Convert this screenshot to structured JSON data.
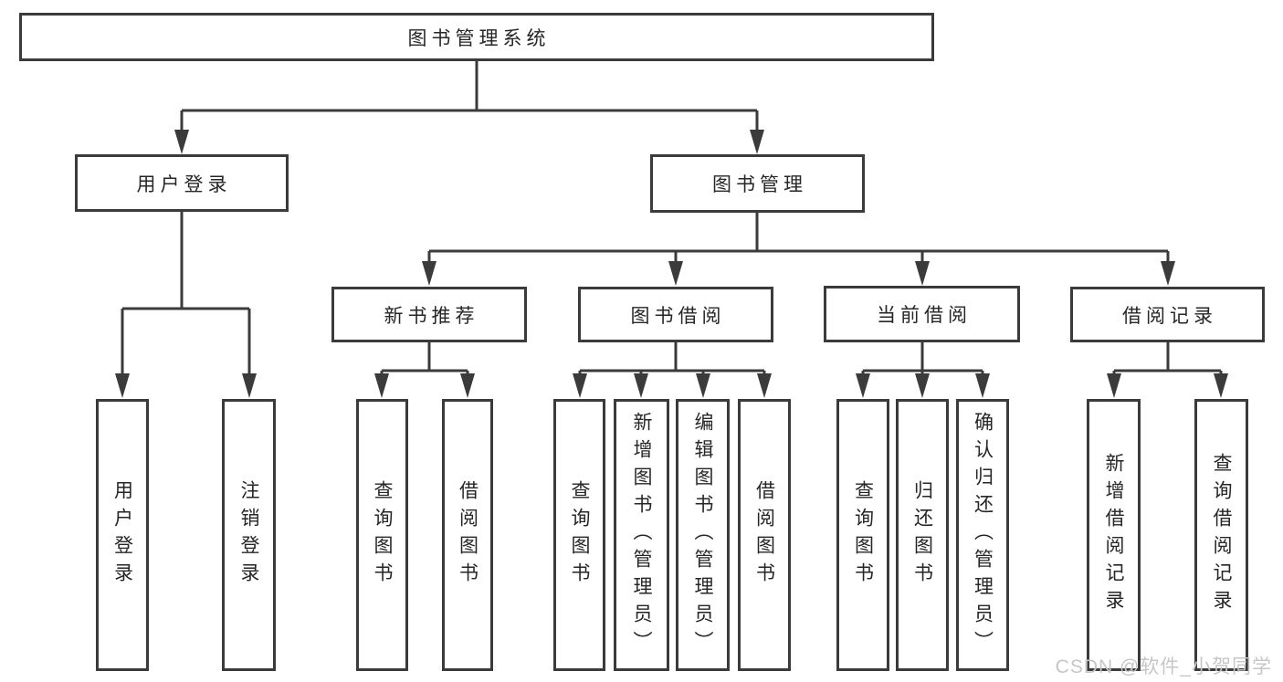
{
  "diagram": {
    "root": {
      "label": "图书管理系统"
    },
    "branches": [
      {
        "label": "用户登录",
        "children": [
          {
            "label": "用户登录"
          },
          {
            "label": "注销登录"
          }
        ]
      },
      {
        "label": "图书管理",
        "children": [
          {
            "label": "新书推荐",
            "children": [
              {
                "label": "查询图书"
              },
              {
                "label": "借阅图书"
              }
            ]
          },
          {
            "label": "图书借阅",
            "children": [
              {
                "label": "查询图书"
              },
              {
                "label": "新增图书（管理员）"
              },
              {
                "label": "编辑图书（管理员）"
              },
              {
                "label": "借阅图书"
              }
            ]
          },
          {
            "label": "当前借阅",
            "children": [
              {
                "label": "查询图书"
              },
              {
                "label": "归还图书"
              },
              {
                "label": "确认归还（管理员）"
              }
            ]
          },
          {
            "label": "借阅记录",
            "children": [
              {
                "label": "新增借阅记录"
              },
              {
                "label": "查询借阅记录"
              }
            ]
          }
        ]
      }
    ]
  },
  "watermark": {
    "text": "CSDN @软件_小贺同学"
  },
  "colors": {
    "line": "#3b3b3b",
    "text": "#262626",
    "background": "#ffffff",
    "watermark": "#c6c6c6"
  }
}
